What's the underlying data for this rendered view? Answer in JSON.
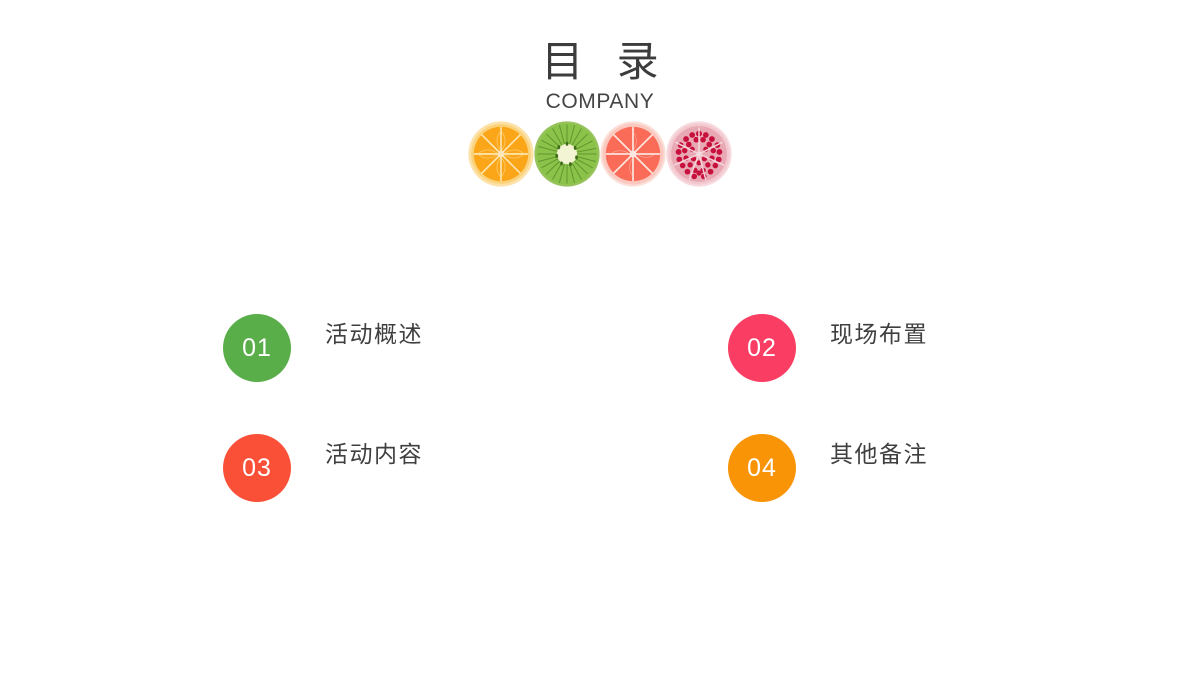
{
  "slide": {
    "background_color": "#ffffff",
    "title_cn": "目 录",
    "title_en": "COMPANY",
    "title_color": "#3c3c3c",
    "label_color": "#3f3f3f"
  },
  "decoration": {
    "fruits": [
      {
        "name": "orange-slice",
        "flesh_color": "#FBA518",
        "rind_color": "#FBD89A",
        "vein_color": "#FDE0A0",
        "core_color": "#FDE6B0"
      },
      {
        "name": "kiwi-slice",
        "flesh_color": "#8BC34A",
        "rind_color": "#A7CF6B",
        "vein_color": "#4C7A24",
        "core_color": "#EDF0C8"
      },
      {
        "name": "grapefruit-slice",
        "flesh_color": "#FA6B58",
        "rind_color": "#FBC9C0",
        "vein_color": "#FCD8D0",
        "core_color": "#FDE3DC"
      },
      {
        "name": "pomegranate-slice",
        "flesh_color": "#C8103C",
        "rind_color": "#F3C8CE",
        "vein_color": "#F6DADF",
        "core_color": "#E8577B"
      }
    ]
  },
  "menu": {
    "items": [
      {
        "number": "01",
        "label": "活动概述",
        "color": "#5AAE4A"
      },
      {
        "number": "02",
        "label": "现场布置",
        "color": "#FA3D63"
      },
      {
        "number": "03",
        "label": "活动内容",
        "color": "#FA5038"
      },
      {
        "number": "04",
        "label": "其他备注",
        "color": "#F89406"
      }
    ]
  }
}
